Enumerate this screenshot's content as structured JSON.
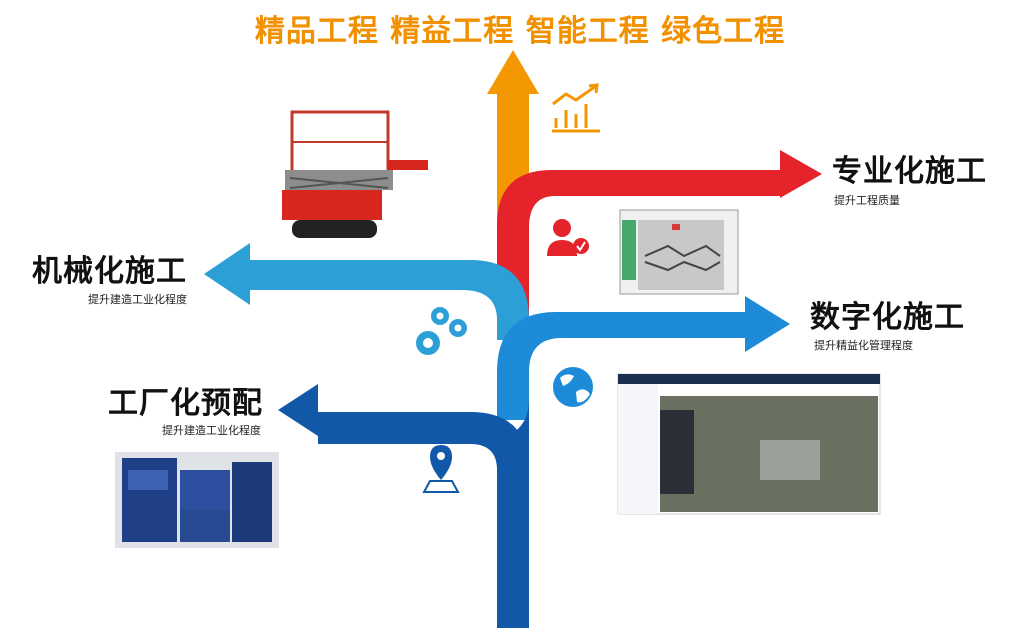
{
  "headline": "精品工程  精益工程  智能工程  绿色工程",
  "branches": [
    {
      "id": "mechanized",
      "title": "机械化施工",
      "subtitle": "提升建造工业化程度",
      "color": "#2b9fd6"
    },
    {
      "id": "prefab",
      "title": "工厂化预配",
      "subtitle": "提升建造工业化程度",
      "color": "#1258a8"
    },
    {
      "id": "professional",
      "title": "专业化施工",
      "subtitle": "提升工程质量",
      "color": "#e4232b"
    },
    {
      "id": "digital",
      "title": "数字化施工",
      "subtitle": "提升精益化管理程度",
      "color": "#1e8bd8"
    },
    {
      "id": "up",
      "color": "#f39800"
    }
  ],
  "icons": {
    "chart": "bar-chart-trend-icon",
    "user": "user-check-icon",
    "gears": "gears-icon",
    "globe": "globe-icon",
    "location": "map-pin-icon"
  }
}
